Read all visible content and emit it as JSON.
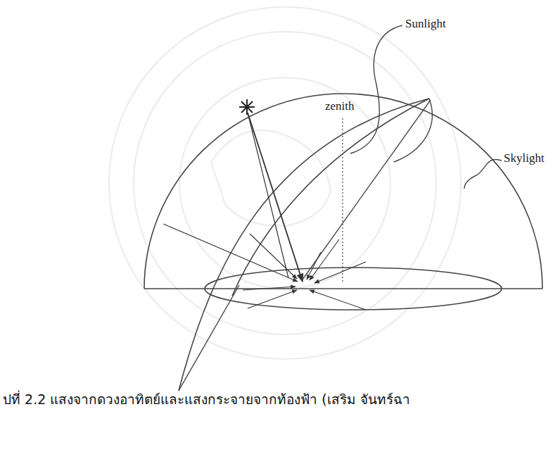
{
  "diagram": {
    "caption": "ปที่ 2.2 แสงจากดวงอาทิตย์และแสงกระจายจากท้องฟ้า (เสริม จันทร์ฉา",
    "labels": [
      "zenith",
      "Sunlight",
      "Skylight"
    ]
  }
}
